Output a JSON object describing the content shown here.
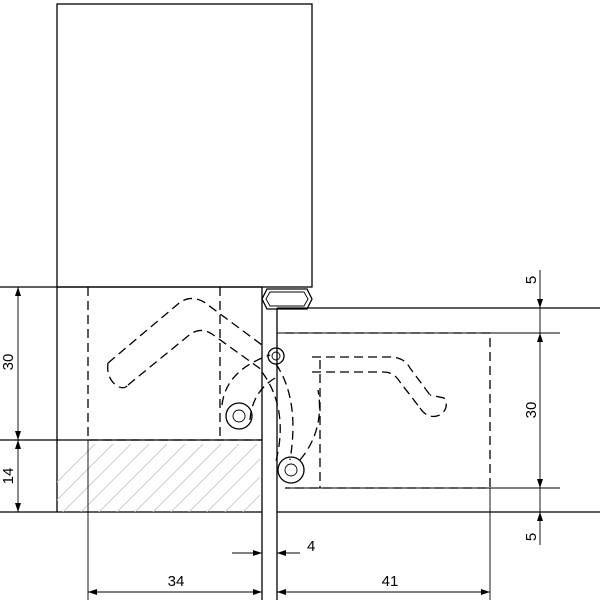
{
  "dimensions": {
    "left_height_upper": "30",
    "left_height_lower": "14",
    "right_top_gap": "5",
    "right_height": "30",
    "right_bottom_gap": "5",
    "gap_width": "4",
    "left_depth": "34",
    "right_depth": "41"
  },
  "colors": {
    "line": "#000000",
    "hatch": "#c8c8c8",
    "background": "#ffffff"
  }
}
